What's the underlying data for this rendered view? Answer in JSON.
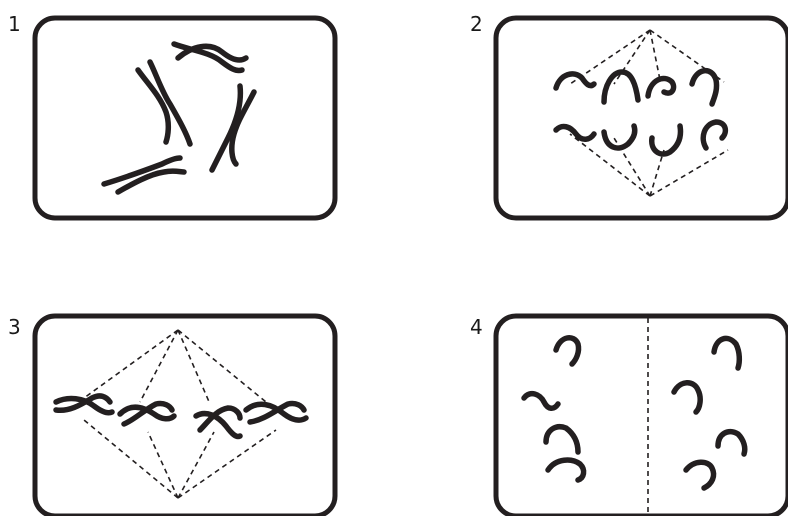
{
  "panels": [
    {
      "label": "1"
    },
    {
      "label": "2"
    },
    {
      "label": "3"
    },
    {
      "label": "4"
    }
  ],
  "colors": {
    "ink": "#231f20",
    "background": "#ffffff"
  }
}
